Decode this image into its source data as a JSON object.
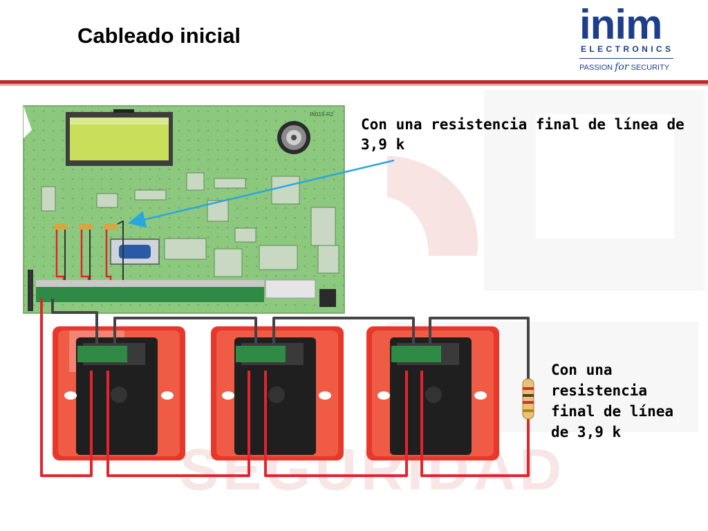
{
  "slide": {
    "title": "Cableado inicial"
  },
  "logo": {
    "wordmark": "inim",
    "subtitle": "ELECTRONICS",
    "tagline_left": "PASSION",
    "tagline_for": "for",
    "tagline_right": "SECURITY"
  },
  "board": {
    "label": "IN019-R2"
  },
  "callouts": {
    "top": " Con una resistencia final de línea de 3,9 k",
    "right": " Con una resistencia final de línea de 3,9 k"
  },
  "background_watermark": {
    "word": "SEGURIDAD"
  },
  "colors": {
    "title_rule": "#c0272d",
    "board_green": "#8cc97e",
    "detector_red": "#e8382b",
    "arrow_blue": "#2aa6df",
    "wire_red": "#e3242b",
    "logo_blue": "#1d3f8a"
  }
}
